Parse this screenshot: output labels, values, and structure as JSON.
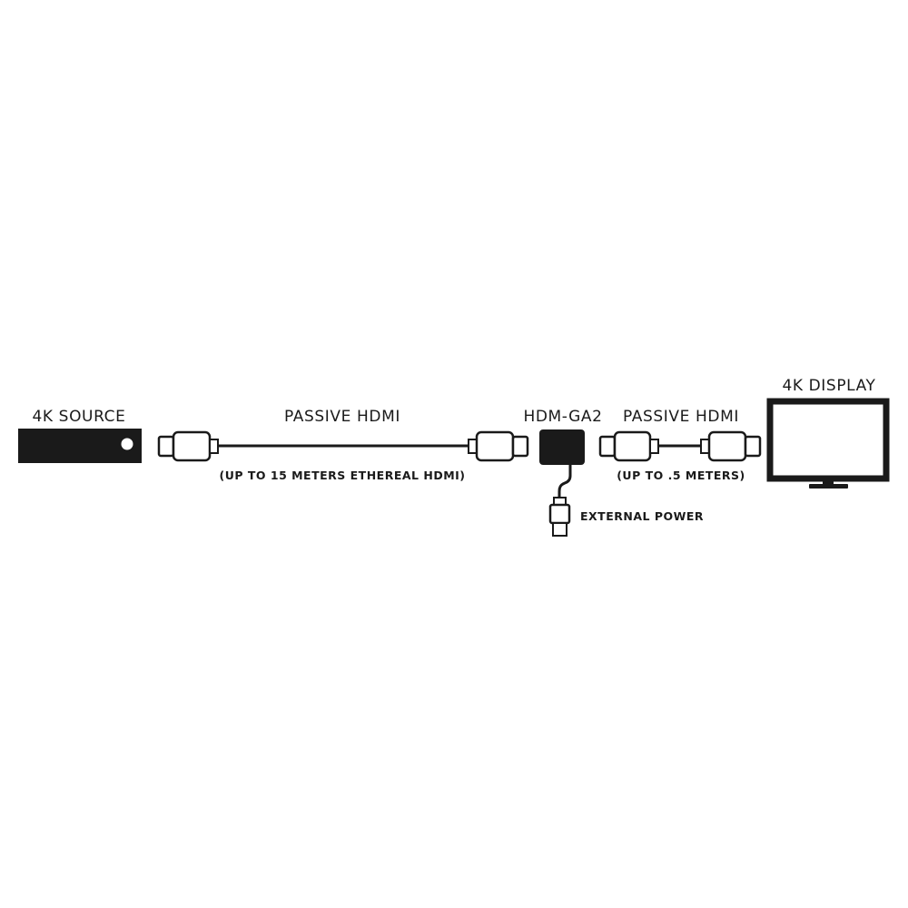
{
  "labels": {
    "source": "4K SOURCE",
    "cable1": "PASSIVE HDMI",
    "cable1_note": "(UP TO 15 METERS ETHEREAL HDMI)",
    "adapter": "HDM-GA2",
    "cable2": "PASSIVE HDMI",
    "cable2_note": "(UP TO .5 METERS)",
    "power": "EXTERNAL POWER",
    "display": "4K DISPLAY"
  },
  "colors": {
    "ink": "#1a1a1a",
    "background": "#ffffff"
  }
}
